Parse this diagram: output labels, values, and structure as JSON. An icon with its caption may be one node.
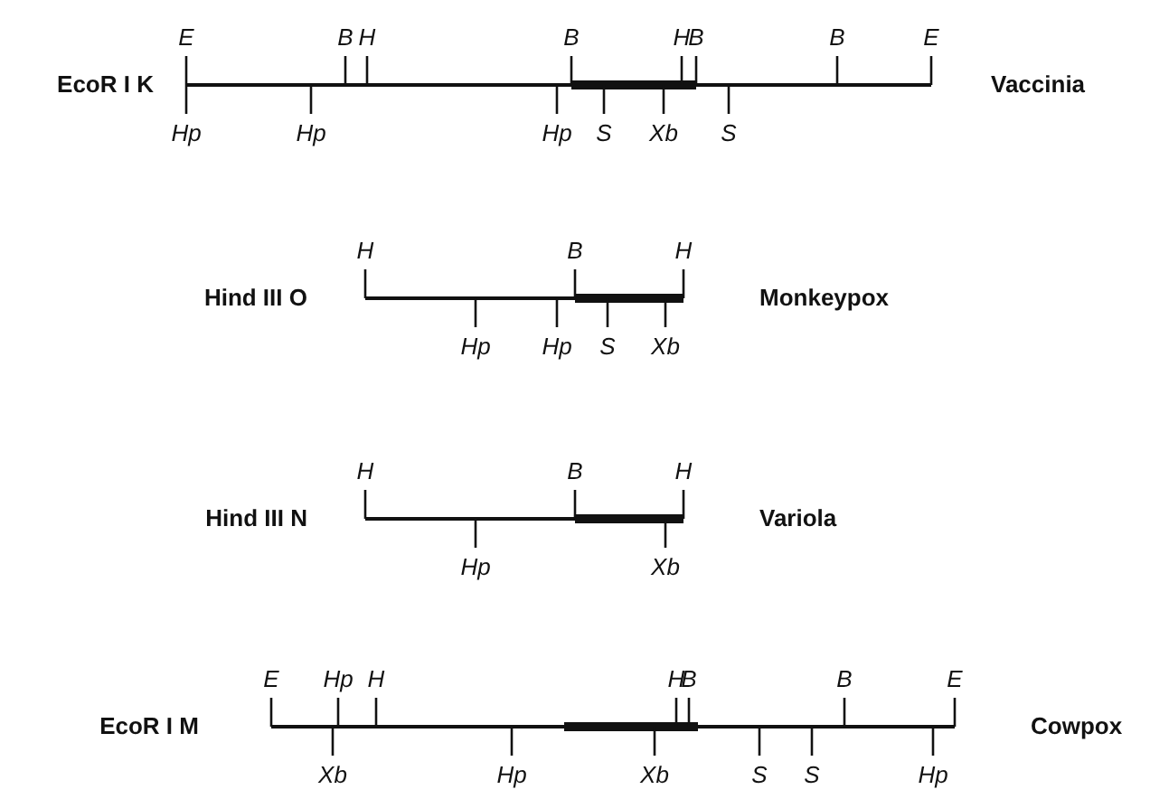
{
  "diagram": {
    "labels": [
      "E",
      "B",
      "H",
      "B",
      "H",
      "B",
      "B",
      "E",
      "EcoR I K",
      "Vaccinia",
      "Hp",
      "Hp",
      "Hp",
      "S",
      "Xb",
      "S",
      "H",
      "B",
      "H",
      "Hind III O",
      "Monkeypox",
      "Hp",
      "Hp",
      "S",
      "Xb",
      "H",
      "B",
      "H",
      "Hind III N",
      "Variola",
      "Hp",
      "Xb",
      "E",
      "Hp",
      "H",
      "H",
      "B",
      "B",
      "E",
      "EcoR I M",
      "Cowpox",
      "Xb",
      "Hp",
      "Xb",
      "S",
      "S",
      "Hp"
    ]
  }
}
